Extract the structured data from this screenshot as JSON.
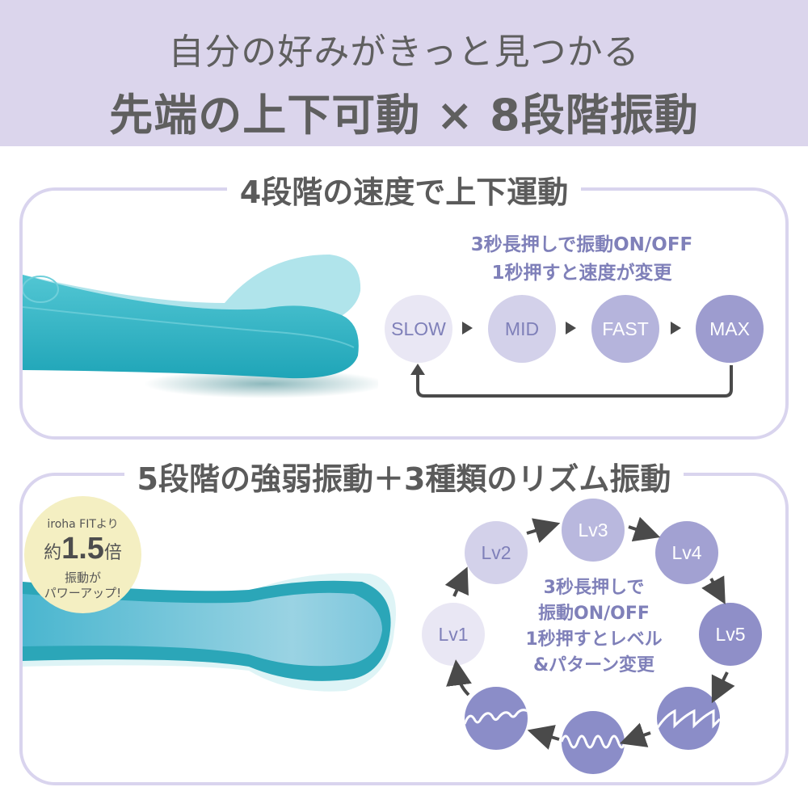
{
  "header": {
    "subtitle": "自分の好みがきっと見つかる",
    "title": "先端の上下可動 × 8段階振動"
  },
  "section1": {
    "title": "4段階の速度で上下運動",
    "note_line1": "3秒長押しで振動ON/OFF",
    "note_line2": "1秒押すと速度が変更",
    "speeds": [
      {
        "label": "SLOW",
        "bg": "#e9e7f4",
        "fg": "#7f80b9"
      },
      {
        "label": "MID",
        "bg": "#d3d1ea",
        "fg": "#7f80b9"
      },
      {
        "label": "FAST",
        "bg": "#b5b4dc",
        "fg": "#ffffff"
      },
      {
        "label": "MAX",
        "bg": "#9d9ccf",
        "fg": "#ffffff"
      }
    ]
  },
  "section2": {
    "title": "5段階の強弱振動＋3種類のリズム振動",
    "badge": {
      "line1": "iroha FITより",
      "prefix": "約",
      "value": "1.5",
      "suffix": "倍",
      "line3": "振動が",
      "line4": "パワーアップ!"
    },
    "note_line1": "3秒長押しで",
    "note_line2": "振動ON/OFF",
    "note_line3": "1秒押すとレベル",
    "note_line4": "&パターン変更",
    "levels": [
      {
        "label": "Lv1",
        "bg": "#e9e7f4",
        "fg": "#7f80b9"
      },
      {
        "label": "Lv2",
        "bg": "#d3d1ea",
        "fg": "#7f80b9"
      },
      {
        "label": "Lv3",
        "bg": "#b9b8de",
        "fg": "#ffffff"
      },
      {
        "label": "Lv4",
        "bg": "#a2a1d2",
        "fg": "#ffffff"
      },
      {
        "label": "Lv5",
        "bg": "#8f8fc8",
        "fg": "#ffffff"
      }
    ],
    "patterns": [
      {
        "name": "pattern-sawtooth-wave",
        "bg": "#8b8dc8"
      },
      {
        "name": "pattern-sine-wave",
        "bg": "#8b8dc8"
      },
      {
        "name": "pattern-zigzag-wave",
        "bg": "#8b8dc8"
      }
    ]
  },
  "colors": {
    "header_bg": "#dbd5ec",
    "panel_border": "#d9d4ee",
    "accent_text": "#7f80b9",
    "product_teal": "#2fb3c4",
    "badge_bg": "#f4efc2"
  }
}
